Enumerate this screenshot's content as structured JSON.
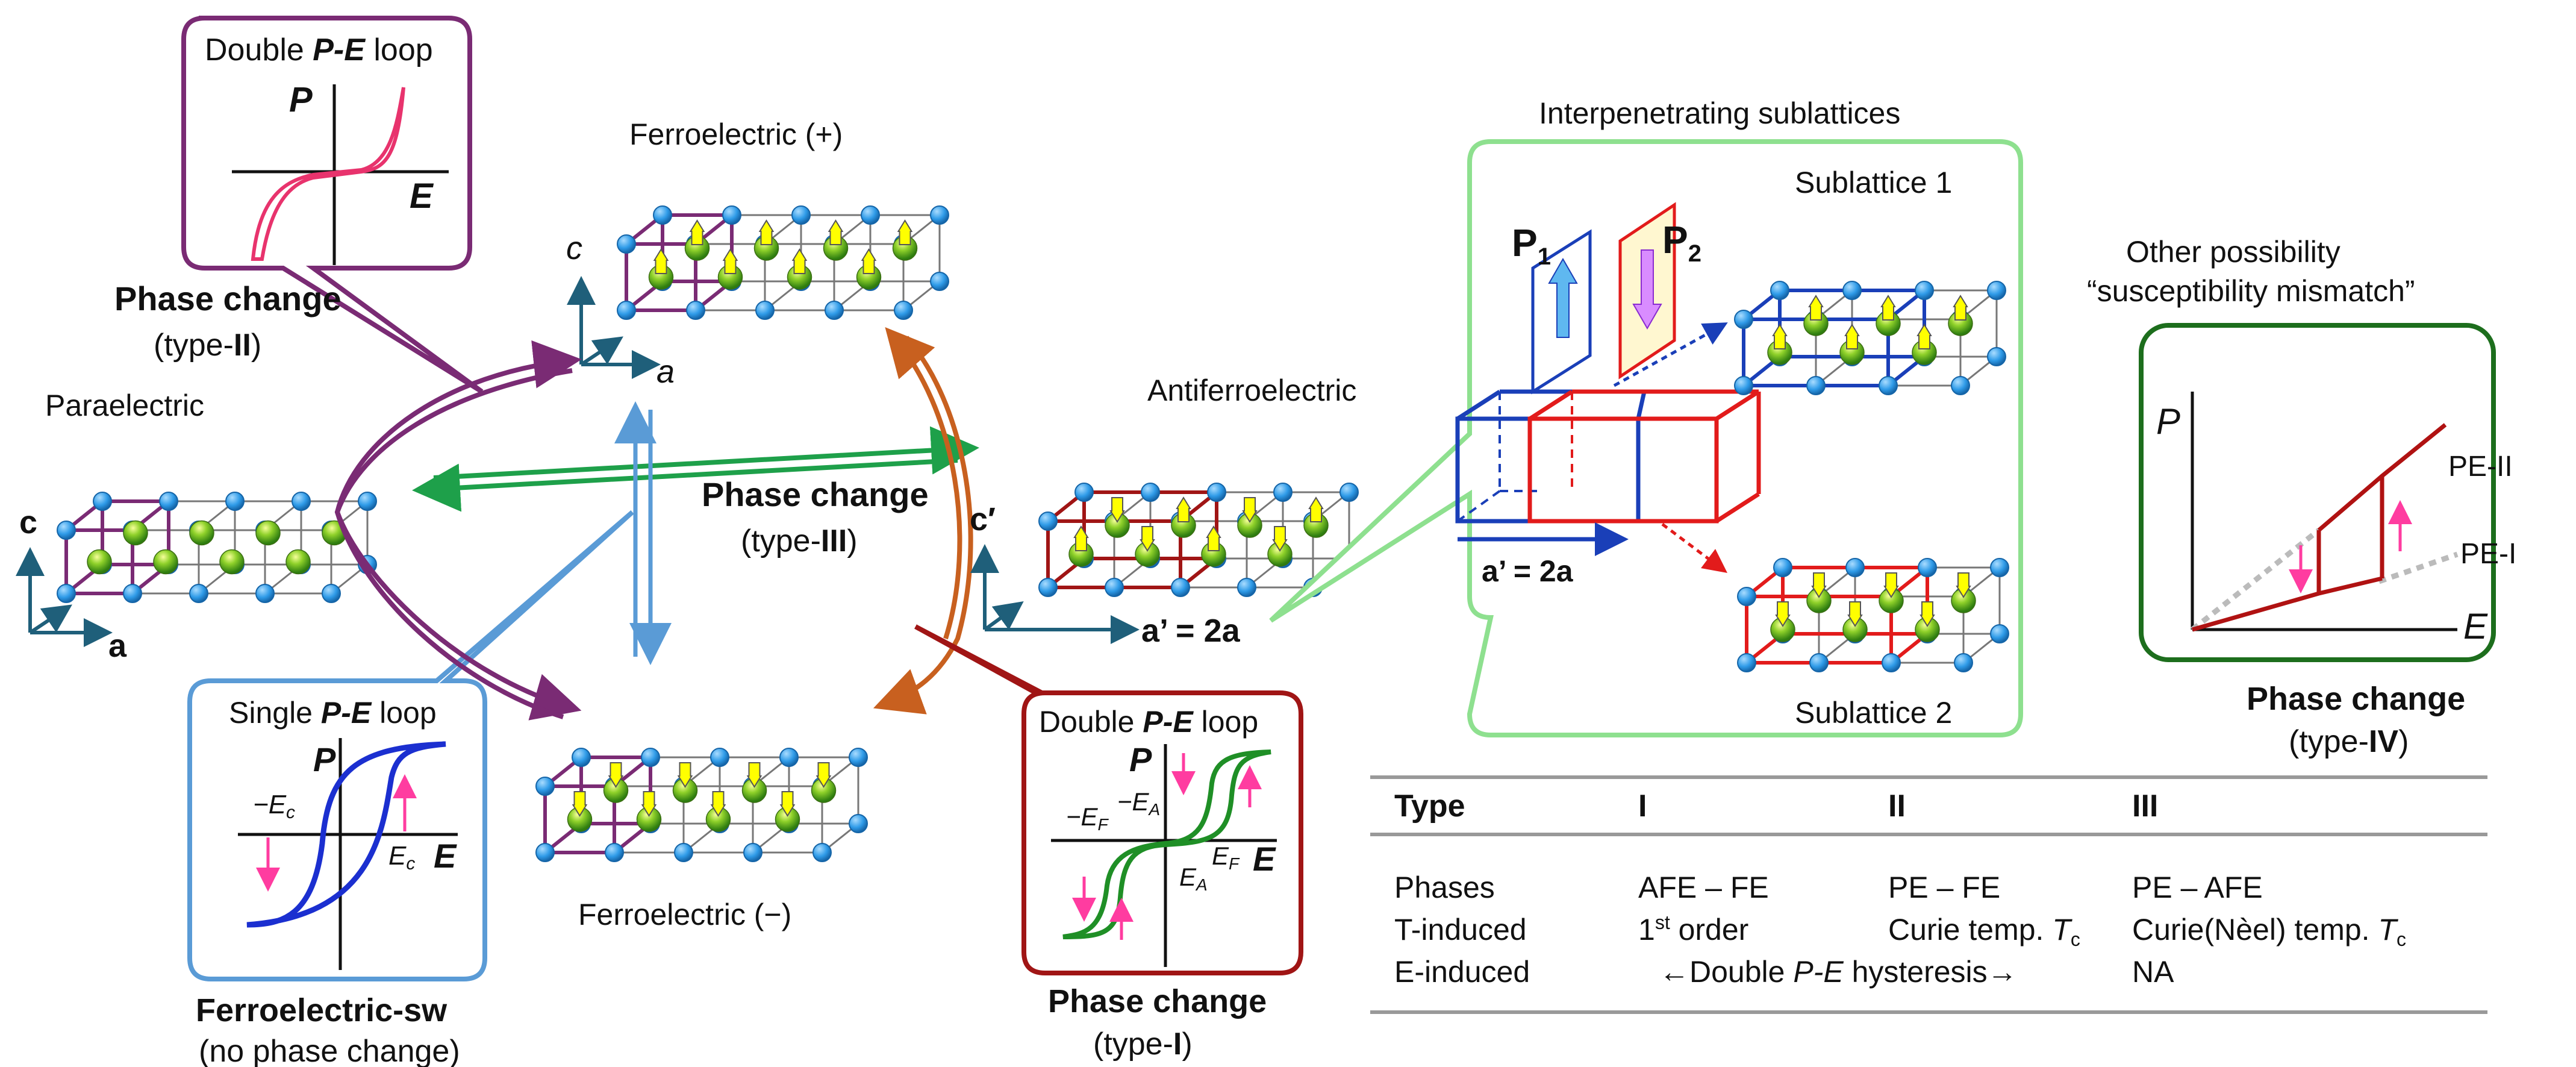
{
  "colors": {
    "purple": "#7a2b74",
    "phase_ii": "#8a3bb0",
    "green": "#1ea04a",
    "green_dark": "#1b7a22",
    "orange": "#c8601f",
    "lightblue": "#5a9bd6",
    "red": "#a01515",
    "red_text": "#d21414",
    "node": "#2f9be8",
    "ball": "#7dc62e",
    "arrow_yellow": "#ffff00",
    "table_line": "#999999",
    "pink": "#ff3ca0",
    "lightgreen_box": "#8ee08f",
    "darkgreen_box": "#1d6e1d"
  },
  "paraelectric": {
    "title": "Paraelectric",
    "axis_c": "c",
    "axis_a": "a"
  },
  "fe_plus": {
    "title": "Ferroelectric (+)",
    "axis_c": "c",
    "axis_a": "a"
  },
  "fe_minus": {
    "title": "Ferroelectric (−)"
  },
  "afe": {
    "title": "Antiferroelectric",
    "axis_c": "c′",
    "axis_a": "a’ = 2a"
  },
  "callout_ii": {
    "title_pre": "Double ",
    "title_bold": "P-E",
    "title_post": " loop",
    "p": "P",
    "e": "E"
  },
  "callout_sw": {
    "title_pre": "Single ",
    "title_bold": "P-E",
    "title_post": " loop",
    "p": "P",
    "e": "E",
    "minus_ec": "−E",
    "ec": "E",
    "sub_c": "c"
  },
  "callout_i": {
    "title_pre": "Double ",
    "title_bold": "P-E",
    "title_post": " loop",
    "p": "P",
    "e": "E",
    "mef": "−E",
    "mea": "−E",
    "ea": "E",
    "ef": "E",
    "sub_f": "F",
    "sub_a": "A"
  },
  "phase_ii": {
    "line1": "Phase change",
    "line2_pre": "(type-",
    "line2_bold": "II",
    "line2_post": ")"
  },
  "phase_iii": {
    "line1": "Phase change",
    "line2_pre": "(type-",
    "line2_bold": "III",
    "line2_post": ")"
  },
  "phase_i": {
    "line1": "Phase change",
    "line2_pre": "(type-",
    "line2_bold": "I",
    "line2_post": ")"
  },
  "fe_sw": {
    "line1": "Ferroelectric-sw",
    "line2": "(no phase change)"
  },
  "sublattices": {
    "title": "Interpenetrating sublattices",
    "sub1": "Sublattice 1",
    "sub2": "Sublattice 2",
    "p": "P",
    "p1": "1",
    "p2": "2",
    "aprime": "a’ = 2a"
  },
  "other": {
    "line1": "Other possibility",
    "line2": "“susceptibility mismatch”",
    "p": "P",
    "e": "E",
    "pe2": "PE-II",
    "pe1": "PE-I"
  },
  "phase_iv": {
    "line1": "Phase change",
    "line2_pre": "(type-",
    "line2_bold": "IV",
    "line2_post": ")"
  },
  "table": {
    "headers": [
      "Type",
      "I",
      "II",
      "III"
    ],
    "rows": [
      {
        "label": "Phases",
        "c1": "AFE – FE",
        "c2": "PE – FE",
        "c3": "PE – AFE"
      },
      {
        "label": "T-induced",
        "c1_pre": "1",
        "c1_sup": "st",
        "c1_post": " order",
        "c2_pre": "Curie temp. ",
        "c2_it": "T",
        "c2_sub": "c",
        "c3_pre": "Curie(Nèel) temp. ",
        "c3_it": "T",
        "c3_sub": "c"
      },
      {
        "label": "E-induced",
        "span_pre": "←Double ",
        "span_it": "P-E",
        "span_post": " hysteresis→",
        "c3": "NA"
      }
    ]
  }
}
